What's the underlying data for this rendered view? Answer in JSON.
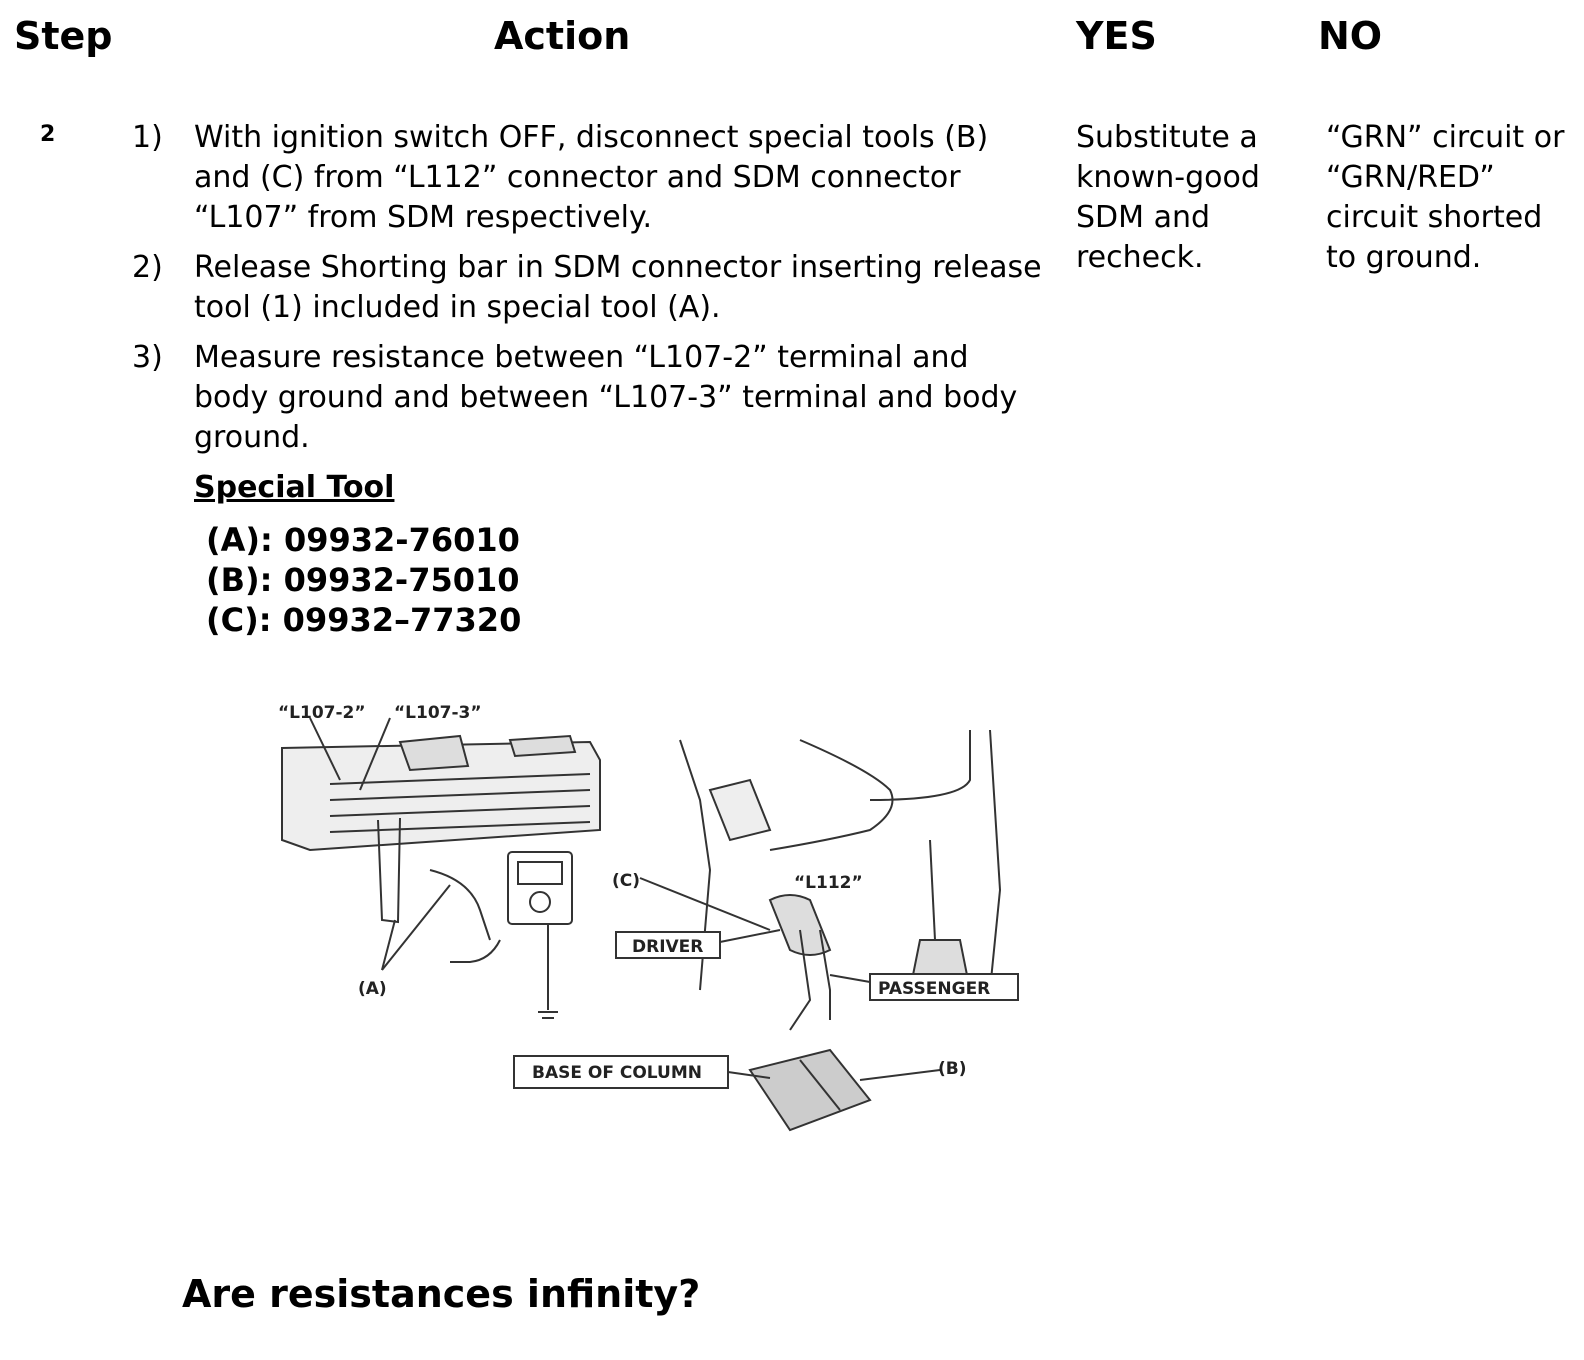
{
  "header": {
    "step": "Step",
    "action": "Action",
    "yes": "YES",
    "no": "NO"
  },
  "row": {
    "step": "2",
    "actions": [
      {
        "num": "1)",
        "text": "With ignition switch OFF, disconnect special tools (B) and (C) from “L112” connector and SDM connector “L107” from SDM respectively."
      },
      {
        "num": "2)",
        "text": "Release Shorting bar in SDM connector inserting release tool (1) included in special tool (A)."
      },
      {
        "num": "3)",
        "text": "Measure resistance between “L107-2” terminal and body ground and between “L107-3” terminal and body ground."
      }
    ],
    "special_tool_heading": "Special Tool",
    "tools": [
      "(A): 09932-76010",
      "(B): 09932-75010",
      "(C): 09932–77320"
    ],
    "yes": "Substitute a known-good SDM and recheck.",
    "no": "“GRN” circuit or “GRN/RED” circuit shorted to ground.",
    "question": "Are resistances infinity?"
  },
  "figure": {
    "labels": {
      "l107_2": "“L107-2”",
      "l107_3": "“L107-3”",
      "a": "(A)",
      "c": "(C)",
      "l112": "“L112”",
      "driver": "DRIVER",
      "passenger": "PASSENGER",
      "base": "BASE OF COLUMN",
      "b": "(B)"
    }
  }
}
